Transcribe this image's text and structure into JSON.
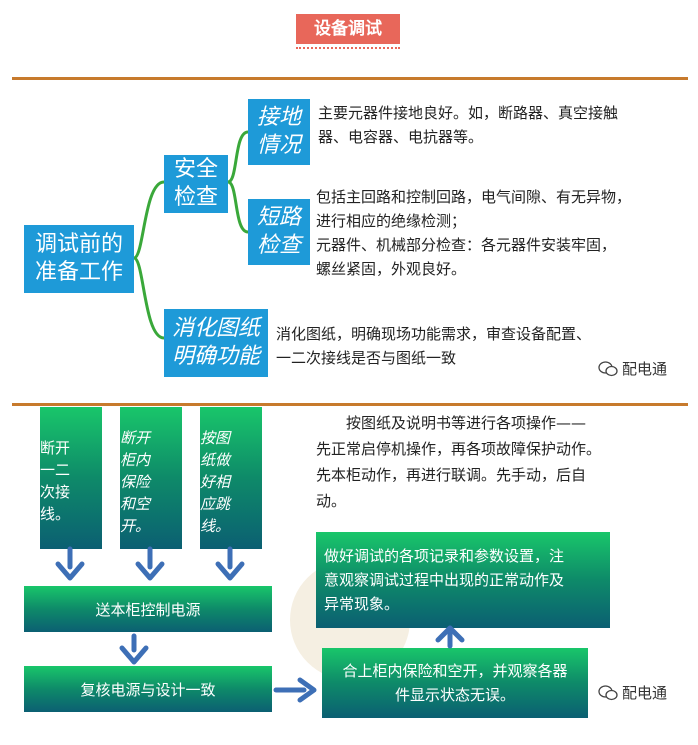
{
  "header": {
    "title": "设备调试"
  },
  "prep": {
    "root": {
      "lines": [
        "调试前的",
        "准备工作"
      ]
    },
    "safety": {
      "lines": [
        "安全",
        "检查"
      ]
    },
    "grounding": {
      "lines": [
        "接地",
        "情况"
      ],
      "desc": [
        "主要元器件接地良好。如，断路器、真空接触",
        "器、电容器、电抗器等。"
      ]
    },
    "short_circuit": {
      "lines": [
        "短路",
        "检查"
      ],
      "desc1": [
        "包括主回路和控制回路，电气间隙、有无异物，",
        "进行相应的绝缘检测；"
      ],
      "desc2": [
        "元器件、机械部分检查：各元器件安装牢固，",
        "螺丝紧固，外观良好。"
      ]
    },
    "drawings": {
      "lines": [
        "消化图纸",
        "明确功能"
      ],
      "desc": [
        "消化图纸，明确现场功能需求，审查设备配置、",
        "一二次接线是否与图纸一致"
      ]
    }
  },
  "watermark": {
    "label": "配电通",
    "icon": "wechat-icon"
  },
  "flow": {
    "col1": {
      "lines": [
        "断开",
        "一二",
        "次接",
        "线。"
      ]
    },
    "col2": {
      "lines": [
        "断开",
        "柜内",
        "保险",
        "和空",
        "开。"
      ]
    },
    "col3": {
      "lines": [
        "按图",
        "纸做",
        "好相",
        "应跳",
        "线。"
      ]
    },
    "power": {
      "label": "送本柜控制电源"
    },
    "verify": {
      "label": "复核电源与设计一致"
    },
    "close": {
      "lines": [
        "合上柜内保险和空开，并观察各器",
        "件显示状态无误。"
      ]
    },
    "record": {
      "lines": [
        "做好调试的各项记录和参数设置，注",
        "意观察调试过程中出现的正常动作及",
        "异常现象。"
      ]
    },
    "instructions": {
      "lines": [
        "按图纸及说明书等进行各项操作——",
        "先正常启停机操作，再各项故障保护动作。",
        "先本柜动作，再进行联调。先手动，后自",
        "动。"
      ]
    }
  },
  "colors": {
    "accent": "#e8675a",
    "rule": "#c77a2c",
    "blue_box": "#1e9ad8",
    "tree_line": "#3aa83a",
    "green_top": "#19c66a",
    "green_bottom": "#0b5f72",
    "arrow": "#3d6fb6"
  }
}
